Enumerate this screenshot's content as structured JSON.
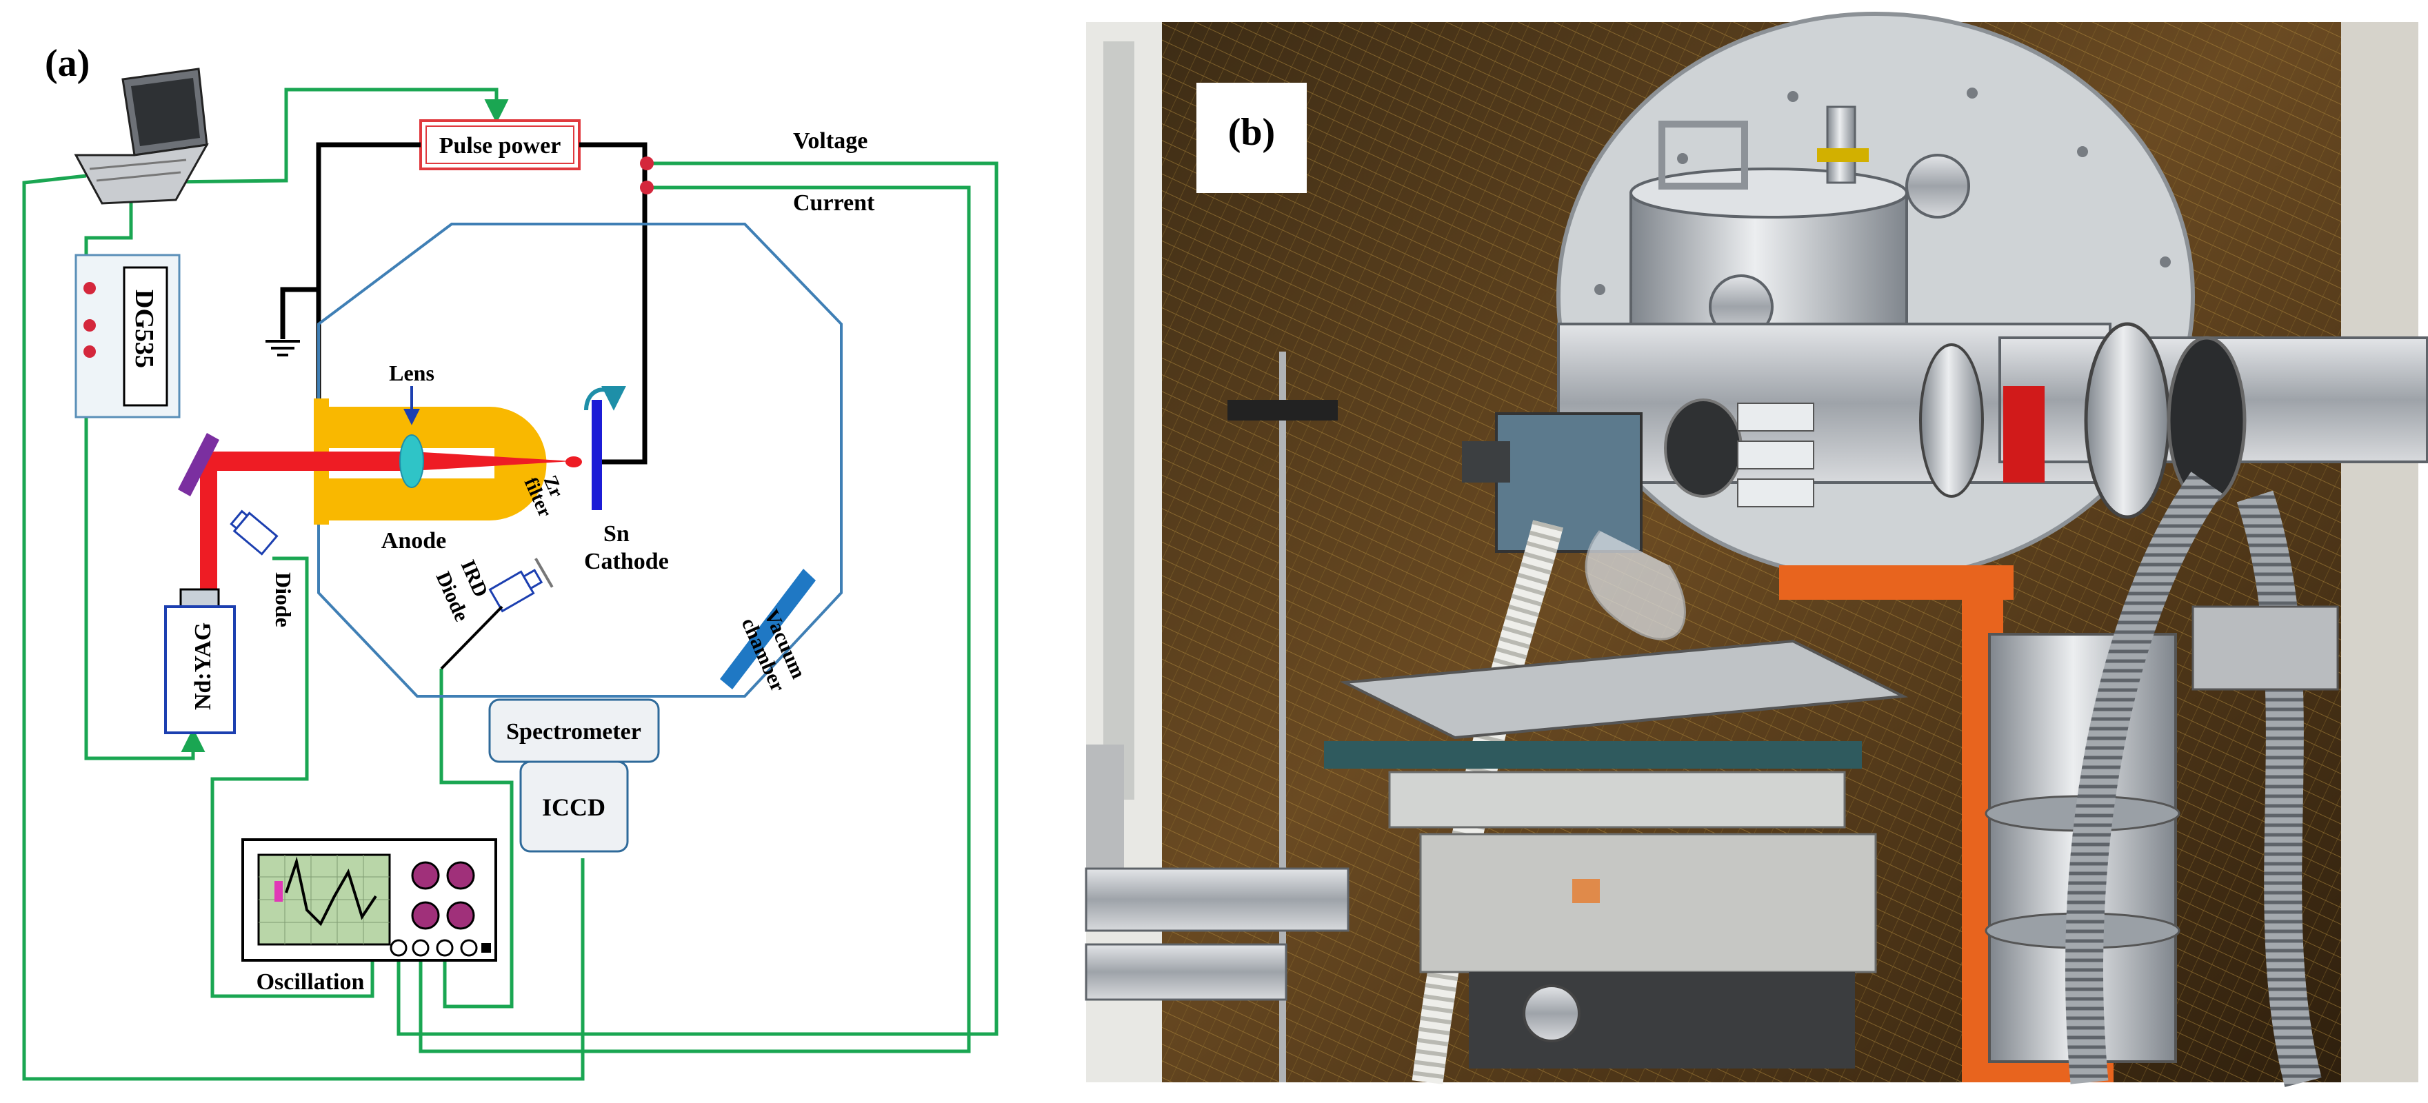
{
  "panel_a": {
    "tag": "(a)",
    "pulse_power": "Pulse power",
    "voltage": "Voltage",
    "current": "Current",
    "dg535": "DG535",
    "lens": "Lens",
    "anode": "Anode",
    "sn": "Sn",
    "cathode": "Cathode",
    "zr": "Zr",
    "filter": "filter",
    "ird": "IRD",
    "ird_diode": "Diode",
    "diode": "Diode",
    "ndyag": "Nd:YAG",
    "vacuum": "Vacuum",
    "chamber": "chamber",
    "spectrometer": "Spectrometer",
    "iccd": "ICCD",
    "oscillation": "Oscillation"
  },
  "panel_b": {
    "tag": "(b)"
  },
  "colors": {
    "signal_wire": "#1aa652",
    "power_wire": "#000000",
    "laser": "#ee1c24",
    "anode": "#f9b800",
    "cathode": "#1c1cd6",
    "chamber_outline": "#3f7fb5",
    "vacuum_window": "#1f78c4",
    "mirror": "#7b2fa0",
    "pulse_box": "#e0393e"
  },
  "icons": [
    "laptop-icon",
    "ground-icon",
    "oscilloscope-icon",
    "lens-icon",
    "rotation-arrow-icon"
  ]
}
